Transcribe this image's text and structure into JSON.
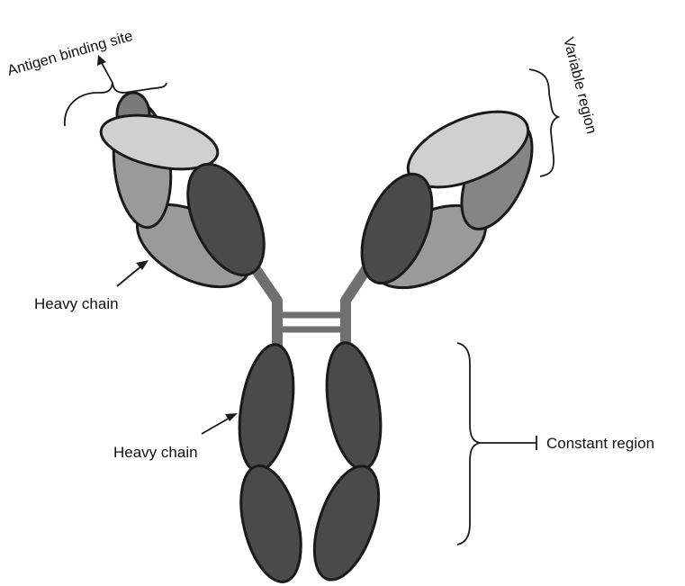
{
  "labels": {
    "antigen_binding_site": "Antigen binding site",
    "variable_region": "Variable region",
    "heavy_chain_upper": "Heavy chain",
    "heavy_chain_lower": "Heavy chain",
    "constant_region": "Constant region"
  },
  "colors": {
    "light_grey": "#d0d0d0",
    "mid_grey": "#9a9a9a",
    "dark_grey": "#4a4a4a",
    "outline": "#1a1a1a",
    "hinge": "#6f6f6f"
  }
}
